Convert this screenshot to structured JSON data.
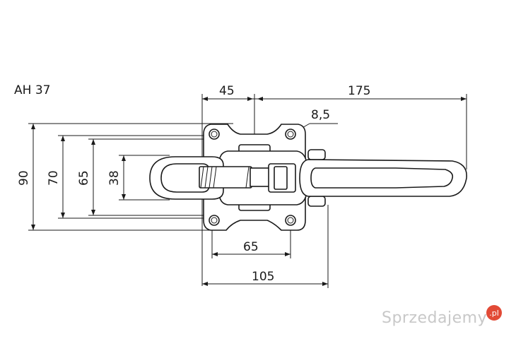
{
  "model_label": "AH 37",
  "dimensions": {
    "top_left": "45",
    "top_right": "175",
    "hole_dia": "8,5",
    "h90": "90",
    "h70": "70",
    "h65": "65",
    "h38": "38",
    "bottom_inner": "65",
    "bottom_outer": "105"
  },
  "watermark": {
    "text": "Sprzedajemy",
    "badge": ".pl"
  }
}
